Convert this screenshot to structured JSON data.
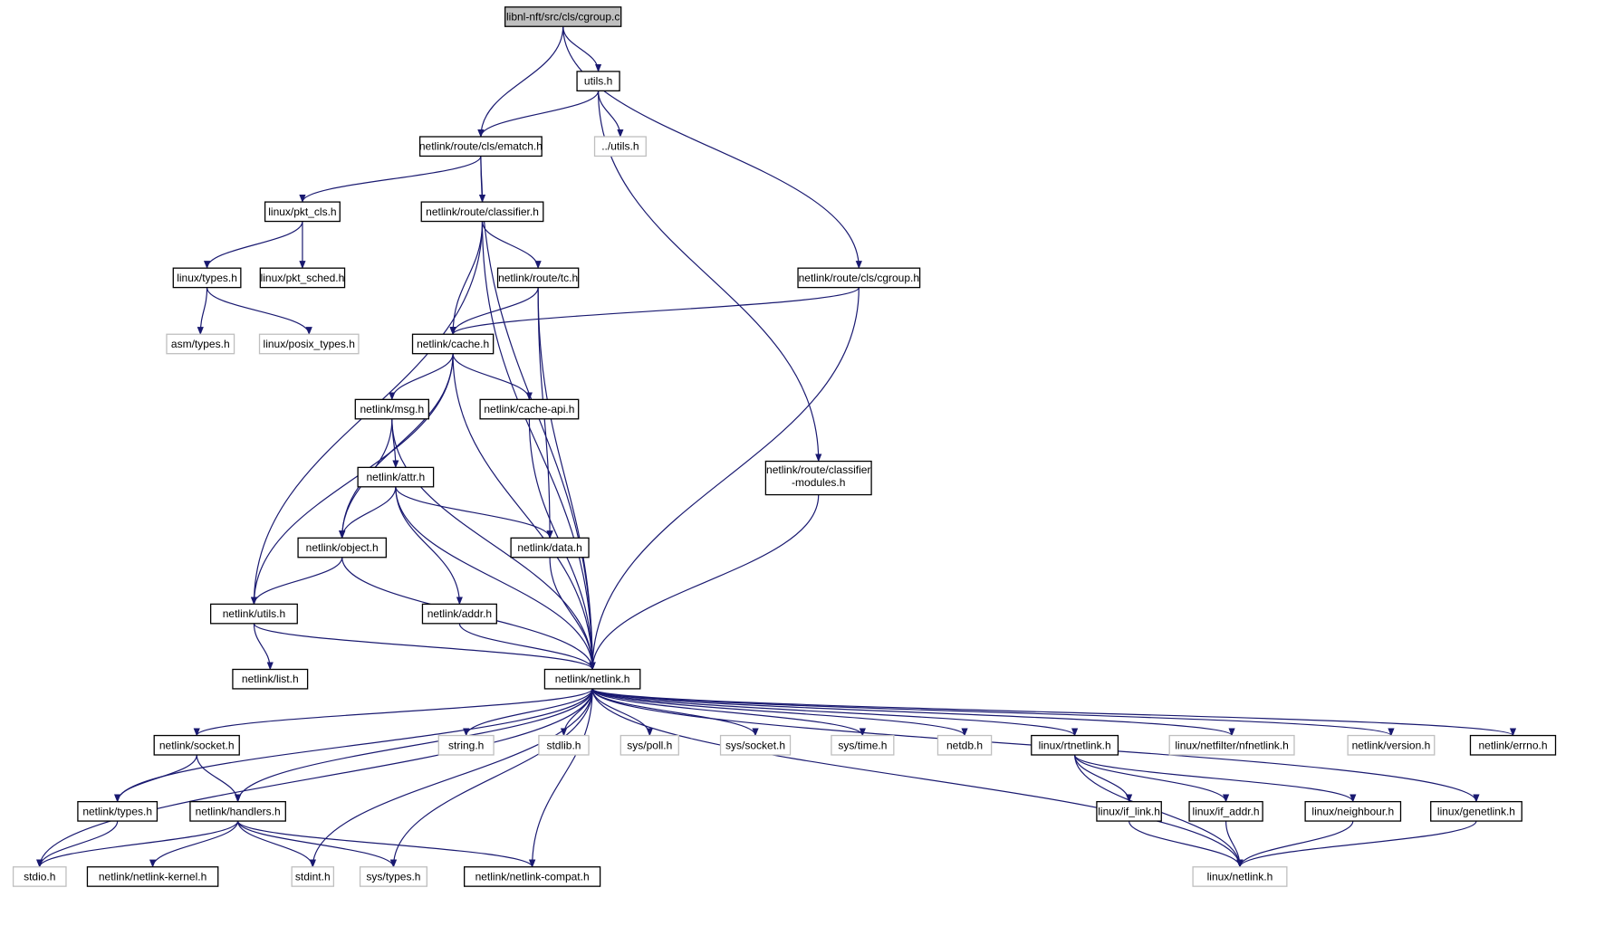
{
  "diagram": {
    "nodes": [
      {
        "id": "root",
        "label": "libnl-nft/src/cls/cgroup.c",
        "kind": "root"
      },
      {
        "id": "utils_h",
        "label": "utils.h",
        "kind": "internal"
      },
      {
        "id": "ematch",
        "label": "netlink/route/cls/ematch.h",
        "kind": "internal"
      },
      {
        "id": "up_utils",
        "label": "../utils.h",
        "kind": "external"
      },
      {
        "id": "pkt_cls",
        "label": "linux/pkt_cls.h",
        "kind": "internal"
      },
      {
        "id": "classifier",
        "label": "netlink/route/classifier.h",
        "kind": "internal"
      },
      {
        "id": "ltypes",
        "label": "linux/types.h",
        "kind": "internal"
      },
      {
        "id": "pkt_sched",
        "label": "linux/pkt_sched.h",
        "kind": "internal"
      },
      {
        "id": "tc",
        "label": "netlink/route/tc.h",
        "kind": "internal"
      },
      {
        "id": "cls_cgroup",
        "label": "netlink/route/cls/cgroup.h",
        "kind": "internal"
      },
      {
        "id": "asm_types",
        "label": "asm/types.h",
        "kind": "external"
      },
      {
        "id": "posix_types",
        "label": "linux/posix_types.h",
        "kind": "external"
      },
      {
        "id": "cache",
        "label": "netlink/cache.h",
        "kind": "internal"
      },
      {
        "id": "msg",
        "label": "netlink/msg.h",
        "kind": "internal"
      },
      {
        "id": "cache_api",
        "label": "netlink/cache-api.h",
        "kind": "internal"
      },
      {
        "id": "attr",
        "label": "netlink/attr.h",
        "kind": "internal"
      },
      {
        "id": "cls_modules",
        "label": "netlink/route/classifier",
        "label2": "-modules.h",
        "kind": "internal"
      },
      {
        "id": "object",
        "label": "netlink/object.h",
        "kind": "internal"
      },
      {
        "id": "data",
        "label": "netlink/data.h",
        "kind": "internal"
      },
      {
        "id": "nl_utils",
        "label": "netlink/utils.h",
        "kind": "internal"
      },
      {
        "id": "addr",
        "label": "netlink/addr.h",
        "kind": "internal"
      },
      {
        "id": "list",
        "label": "netlink/list.h",
        "kind": "internal"
      },
      {
        "id": "netlink",
        "label": "netlink/netlink.h",
        "kind": "internal"
      },
      {
        "id": "socket",
        "label": "netlink/socket.h",
        "kind": "internal"
      },
      {
        "id": "string",
        "label": "string.h",
        "kind": "external"
      },
      {
        "id": "stdlib",
        "label": "stdlib.h",
        "kind": "external"
      },
      {
        "id": "poll",
        "label": "sys/poll.h",
        "kind": "external"
      },
      {
        "id": "sys_socket",
        "label": "sys/socket.h",
        "kind": "external"
      },
      {
        "id": "sys_time",
        "label": "sys/time.h",
        "kind": "external"
      },
      {
        "id": "netdb",
        "label": "netdb.h",
        "kind": "external"
      },
      {
        "id": "rtnetlink",
        "label": "linux/rtnetlink.h",
        "kind": "internal"
      },
      {
        "id": "nfnetlink",
        "label": "linux/netfilter/nfnetlink.h",
        "kind": "external"
      },
      {
        "id": "version",
        "label": "netlink/version.h",
        "kind": "external"
      },
      {
        "id": "errno",
        "label": "netlink/errno.h",
        "kind": "internal"
      },
      {
        "id": "nl_types",
        "label": "netlink/types.h",
        "kind": "internal"
      },
      {
        "id": "handlers",
        "label": "netlink/handlers.h",
        "kind": "internal"
      },
      {
        "id": "if_link",
        "label": "linux/if_link.h",
        "kind": "internal"
      },
      {
        "id": "if_addr",
        "label": "linux/if_addr.h",
        "kind": "internal"
      },
      {
        "id": "neighbour",
        "label": "linux/neighbour.h",
        "kind": "internal"
      },
      {
        "id": "genetlink",
        "label": "linux/genetlink.h",
        "kind": "internal"
      },
      {
        "id": "stdio",
        "label": "stdio.h",
        "kind": "external"
      },
      {
        "id": "nl_kernel",
        "label": "netlink/netlink-kernel.h",
        "kind": "internal"
      },
      {
        "id": "stdint",
        "label": "stdint.h",
        "kind": "external"
      },
      {
        "id": "sys_types",
        "label": "sys/types.h",
        "kind": "external"
      },
      {
        "id": "compat",
        "label": "netlink/netlink-compat.h",
        "kind": "internal"
      },
      {
        "id": "linux_netlink",
        "label": "linux/netlink.h",
        "kind": "external"
      }
    ],
    "edges": [
      [
        "root",
        "utils_h"
      ],
      [
        "root",
        "ematch"
      ],
      [
        "root",
        "cls_cgroup"
      ],
      [
        "utils_h",
        "ematch"
      ],
      [
        "utils_h",
        "up_utils"
      ],
      [
        "utils_h",
        "cls_modules"
      ],
      [
        "ematch",
        "pkt_cls"
      ],
      [
        "ematch",
        "classifier"
      ],
      [
        "ematch",
        "netlink"
      ],
      [
        "pkt_cls",
        "ltypes"
      ],
      [
        "pkt_cls",
        "pkt_sched"
      ],
      [
        "ltypes",
        "asm_types"
      ],
      [
        "ltypes",
        "posix_types"
      ],
      [
        "classifier",
        "tc"
      ],
      [
        "classifier",
        "cache"
      ],
      [
        "classifier",
        "nl_utils"
      ],
      [
        "classifier",
        "netlink"
      ],
      [
        "tc",
        "cache"
      ],
      [
        "tc",
        "data"
      ],
      [
        "tc",
        "netlink"
      ],
      [
        "cls_cgroup",
        "cache"
      ],
      [
        "cls_cgroup",
        "netlink"
      ],
      [
        "cache",
        "msg"
      ],
      [
        "cache",
        "cache_api"
      ],
      [
        "cache",
        "object"
      ],
      [
        "cache",
        "nl_utils"
      ],
      [
        "cache",
        "netlink"
      ],
      [
        "msg",
        "attr"
      ],
      [
        "msg",
        "object"
      ],
      [
        "msg",
        "netlink"
      ],
      [
        "cache_api",
        "netlink"
      ],
      [
        "attr",
        "object"
      ],
      [
        "attr",
        "data"
      ],
      [
        "attr",
        "addr"
      ],
      [
        "attr",
        "netlink"
      ],
      [
        "cls_modules",
        "netlink"
      ],
      [
        "object",
        "nl_utils"
      ],
      [
        "object",
        "netlink"
      ],
      [
        "data",
        "netlink"
      ],
      [
        "nl_utils",
        "list"
      ],
      [
        "nl_utils",
        "netlink"
      ],
      [
        "addr",
        "netlink"
      ],
      [
        "netlink",
        "socket"
      ],
      [
        "netlink",
        "nl_types"
      ],
      [
        "netlink",
        "handlers"
      ],
      [
        "netlink",
        "stdio"
      ],
      [
        "netlink",
        "stdint"
      ],
      [
        "netlink",
        "sys_types"
      ],
      [
        "netlink",
        "compat"
      ],
      [
        "netlink",
        "string"
      ],
      [
        "netlink",
        "stdlib"
      ],
      [
        "netlink",
        "poll"
      ],
      [
        "netlink",
        "sys_socket"
      ],
      [
        "netlink",
        "sys_time"
      ],
      [
        "netlink",
        "netdb"
      ],
      [
        "netlink",
        "rtnetlink"
      ],
      [
        "netlink",
        "nfnetlink"
      ],
      [
        "netlink",
        "version"
      ],
      [
        "netlink",
        "errno"
      ],
      [
        "netlink",
        "genetlink"
      ],
      [
        "netlink",
        "linux_netlink"
      ],
      [
        "socket",
        "nl_types"
      ],
      [
        "socket",
        "handlers"
      ],
      [
        "nl_types",
        "stdio"
      ],
      [
        "handlers",
        "stdio"
      ],
      [
        "handlers",
        "nl_kernel"
      ],
      [
        "handlers",
        "stdint"
      ],
      [
        "handlers",
        "sys_types"
      ],
      [
        "handlers",
        "compat"
      ],
      [
        "rtnetlink",
        "if_link"
      ],
      [
        "rtnetlink",
        "if_addr"
      ],
      [
        "rtnetlink",
        "neighbour"
      ],
      [
        "rtnetlink",
        "linux_netlink"
      ],
      [
        "if_link",
        "linux_netlink"
      ],
      [
        "if_addr",
        "linux_netlink"
      ],
      [
        "neighbour",
        "linux_netlink"
      ],
      [
        "genetlink",
        "linux_netlink"
      ]
    ],
    "colors": {
      "edge": "#191970",
      "node_border": "#000000",
      "external_border": "#bfbfbf",
      "root_fill": "#bfbfbf",
      "background": "#ffffff"
    }
  }
}
